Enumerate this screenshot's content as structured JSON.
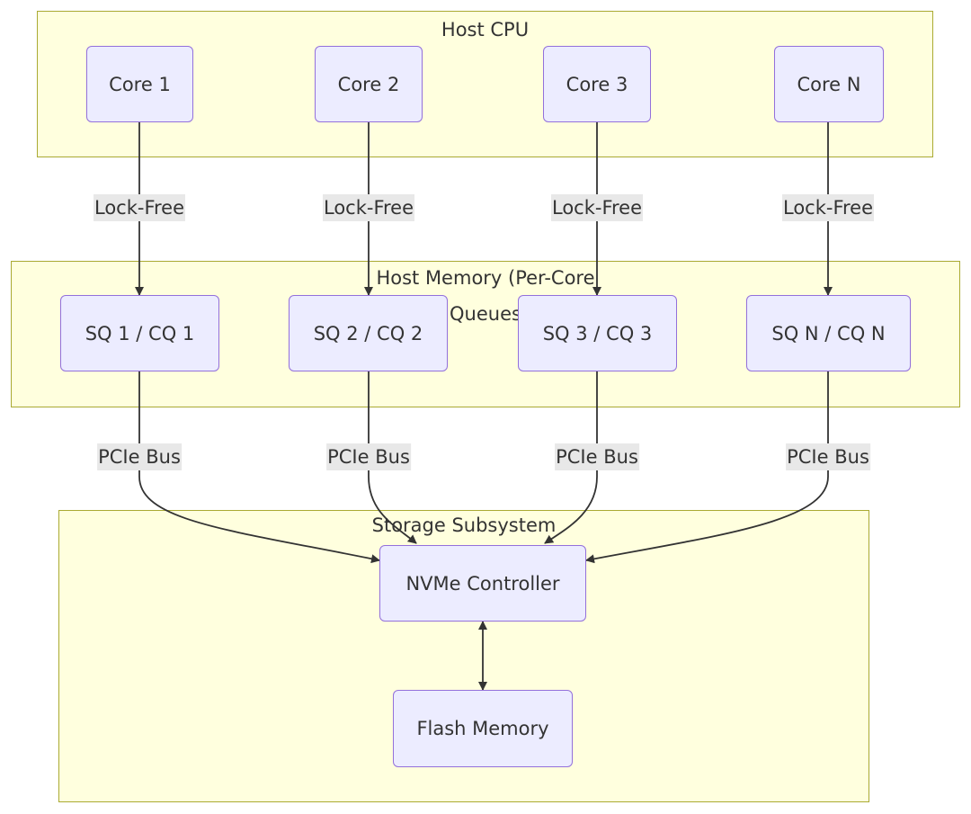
{
  "clusters": {
    "host_cpu": "Host CPU",
    "host_memory": "Host Memory (Per-Core Queues",
    "storage": "Storage Subsystem"
  },
  "nodes": {
    "core1": "Core 1",
    "core2": "Core 2",
    "core3": "Core 3",
    "coreN": "Core N",
    "sq1": "SQ 1 / CQ 1",
    "sq2": "SQ 2 / CQ 2",
    "sq3": "SQ 3 / CQ 3",
    "sqN": "SQ N / CQ N",
    "controller": "NVMe Controller",
    "flash": "Flash Memory"
  },
  "edge_labels": {
    "lock_free_1": "Lock-Free",
    "lock_free_2": "Lock-Free",
    "lock_free_3": "Lock-Free",
    "lock_free_N": "Lock-Free",
    "pcie_1": "PCIe Bus",
    "pcie_2": "PCIe Bus",
    "pcie_3": "PCIe Bus",
    "pcie_N": "PCIe Bus"
  },
  "colors": {
    "cluster_fill": "#ffffde",
    "cluster_border": "#aaaa33",
    "node_fill": "#ececff",
    "node_border": "#9370db",
    "edge": "#333333",
    "label_bg": "#e8e8e8"
  }
}
